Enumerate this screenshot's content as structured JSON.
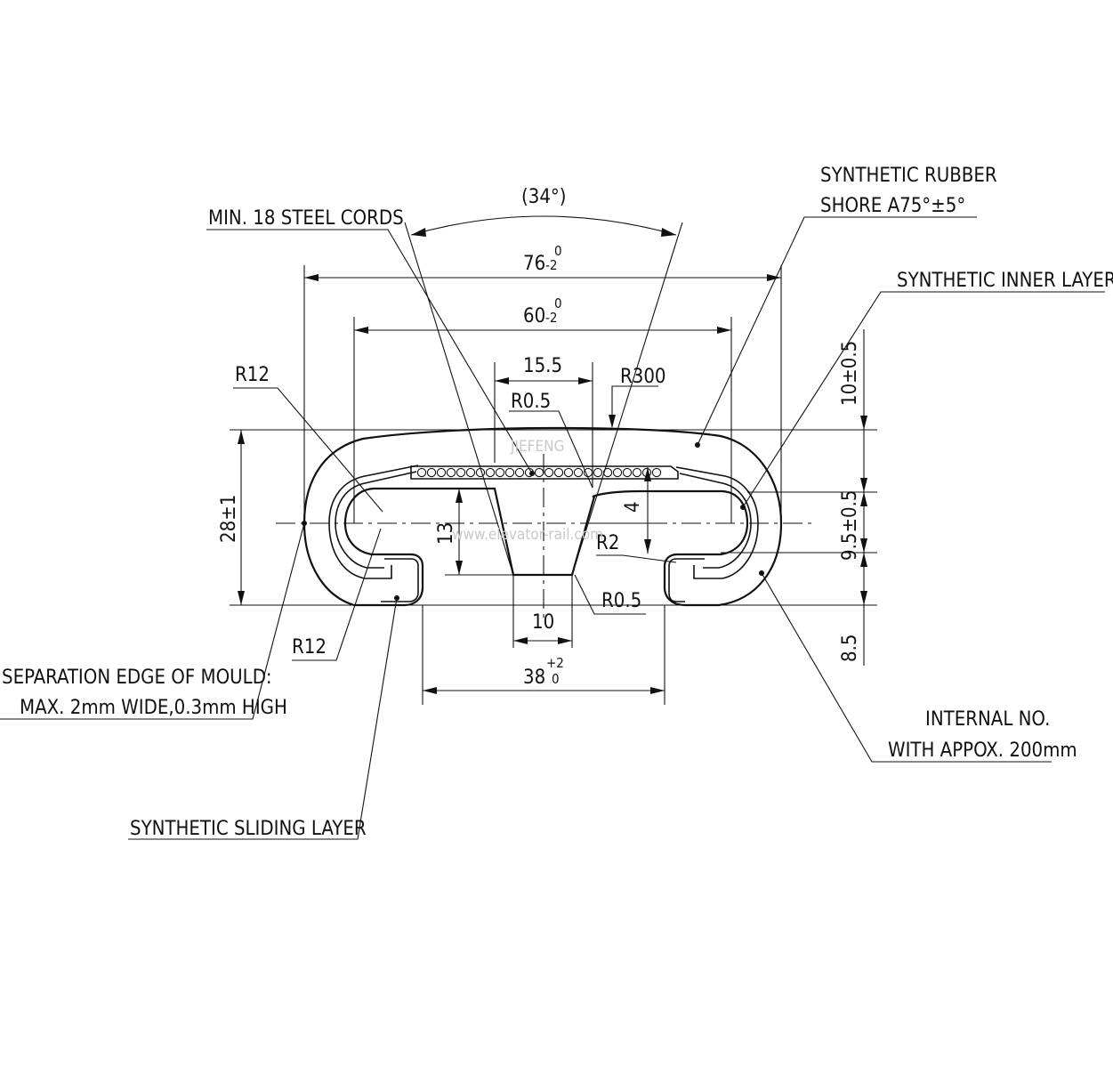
{
  "labels": {
    "steel_cords": "MIN. 18 STEEL CORDS",
    "rubber_line1": "SYNTHETIC RUBBER",
    "rubber_line2": "SHORE A75°±5°",
    "inner_layers": "SYNTHETIC INNER LAYERS",
    "separation_line1": "SEPARATION EDGE OF MOULD:",
    "separation_line2": "MAX. 2mm WIDE,0.3mm HIGH",
    "sliding_layer": "SYNTHETIC SLIDING LAYER",
    "internal_line1": "INTERNAL NO.",
    "internal_line2": "WITH APPOX. 200mm"
  },
  "dimensions": {
    "angle": "(34°)",
    "width_76": "76",
    "width_76_tol_upper": "0",
    "width_76_tol_lower": "-2",
    "width_60": "60",
    "width_60_tol_upper": "0",
    "width_60_tol_lower": "-2",
    "width_15_5": "15.5",
    "r300": "R300",
    "r0_5_top": "R0.5",
    "r12_top": "R12",
    "r12_bottom": "R12",
    "height_28": "28±1",
    "height_13": "13",
    "height_4": "4",
    "r2": "R2",
    "r0_5_bottom": "R0.5",
    "width_10": "10",
    "width_38": "38",
    "width_38_tol_upper": "+2",
    "width_38_tol_lower": "0",
    "right_10": "10±0.5",
    "right_9_5": "9.5±0.5",
    "right_8_5": "8.5"
  },
  "watermark": {
    "brand": "JIEFENG",
    "site": "www.elevator-rail.com"
  }
}
